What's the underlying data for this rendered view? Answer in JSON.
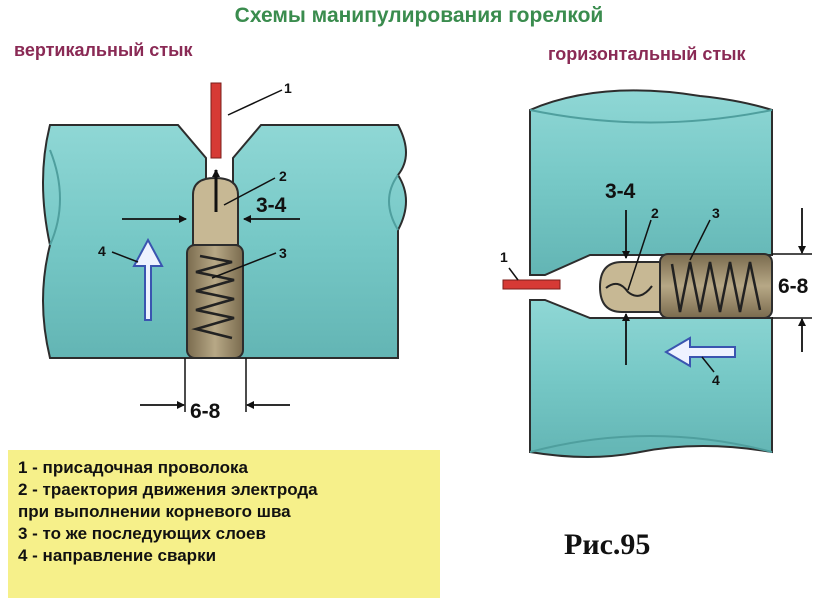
{
  "title": "Схемы манипулирования горелкой",
  "left_panel": {
    "subtitle": "вертикальный стык",
    "labels": {
      "n1": "1",
      "n2": "2",
      "n3": "3",
      "n4": "4",
      "gap": "3-4",
      "width": "6-8"
    }
  },
  "right_panel": {
    "subtitle": "горизонтальный стык",
    "labels": {
      "n1": "1",
      "n2": "2",
      "n3": "3",
      "n4": "4",
      "gap": "3-4",
      "width": "6-8"
    }
  },
  "legend": {
    "items": [
      "1 - присадочная проволока",
      "2 - траектория движения электрода",
      "при выполнении корневого шва",
      "3 - то же последующих слоев",
      "4 - направление сварки"
    ]
  },
  "figure_label": "Рис.95",
  "colors": {
    "pipe": "#7ccdcc",
    "pipe_shade": "#5fb1b0",
    "seam": "#9a8968",
    "wire": "#d63a35",
    "legend_bg": "#f6f08a",
    "title": "#3a8c4e",
    "subtitle": "#8a2a55"
  }
}
